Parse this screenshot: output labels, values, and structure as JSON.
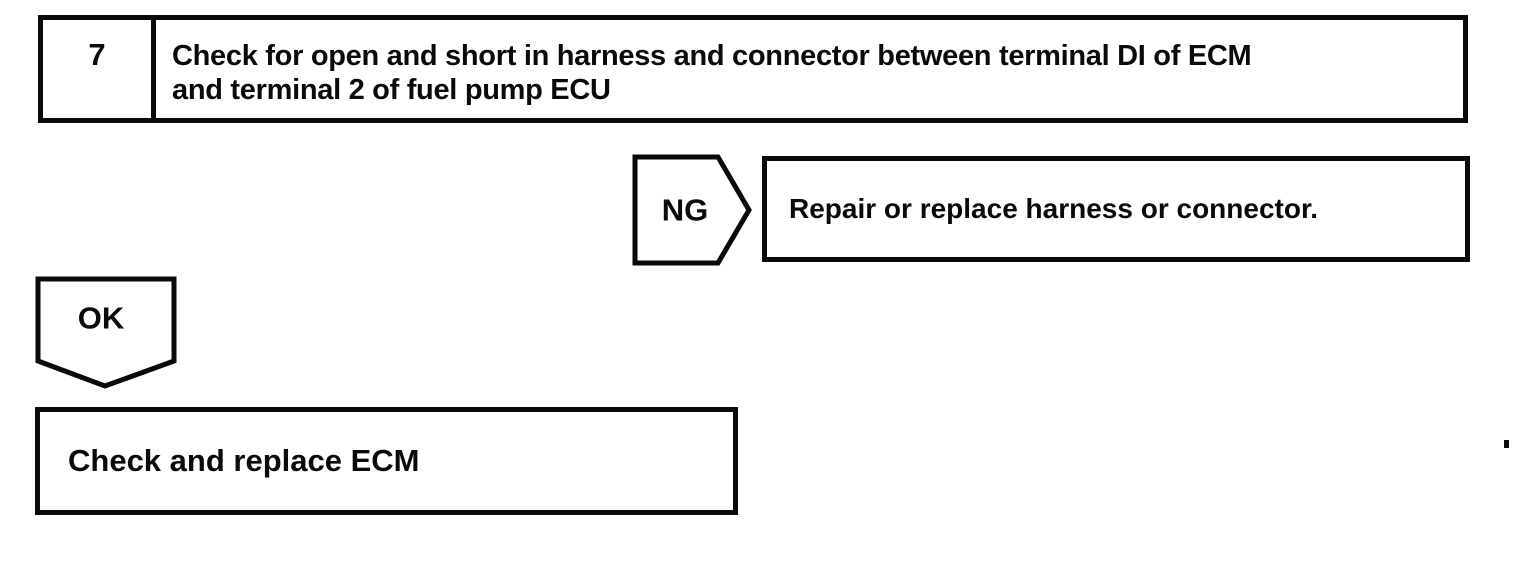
{
  "step": {
    "number": "7",
    "title_lines": [
      "Check for open and short in harness and connector between terminal DI of ECM",
      "and terminal 2 of fuel pump ECU"
    ]
  },
  "ng_branch": {
    "label": "NG",
    "action": "Repair or replace harness or connector."
  },
  "ok_branch": {
    "label": "OK",
    "action": "Check and replace ECM"
  },
  "colors": {
    "ink": "#0a0a0a",
    "paper": "#ffffff"
  }
}
